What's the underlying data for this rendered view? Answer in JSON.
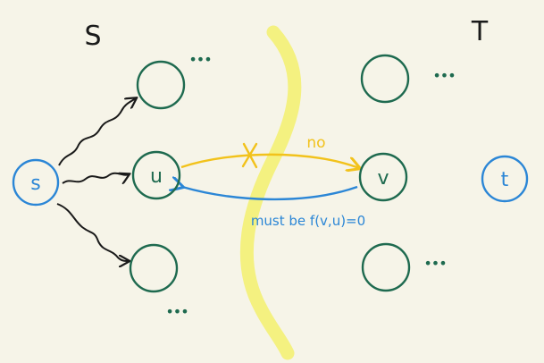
{
  "labels": {
    "set_s": "S",
    "set_t": "T",
    "node_s": "s",
    "node_u": "u",
    "node_v": "v",
    "node_t": "t",
    "edge_forward": "no",
    "edge_backward": "must be f(v,u)=0",
    "ellipsis": "•••"
  },
  "colors": {
    "background": "#f6f4e8",
    "green": "#1e6a4f",
    "blue": "#2b86d6",
    "yellow": "#f2c21b",
    "cut": "#f3f07a",
    "ink": "#1a1a1a"
  }
}
